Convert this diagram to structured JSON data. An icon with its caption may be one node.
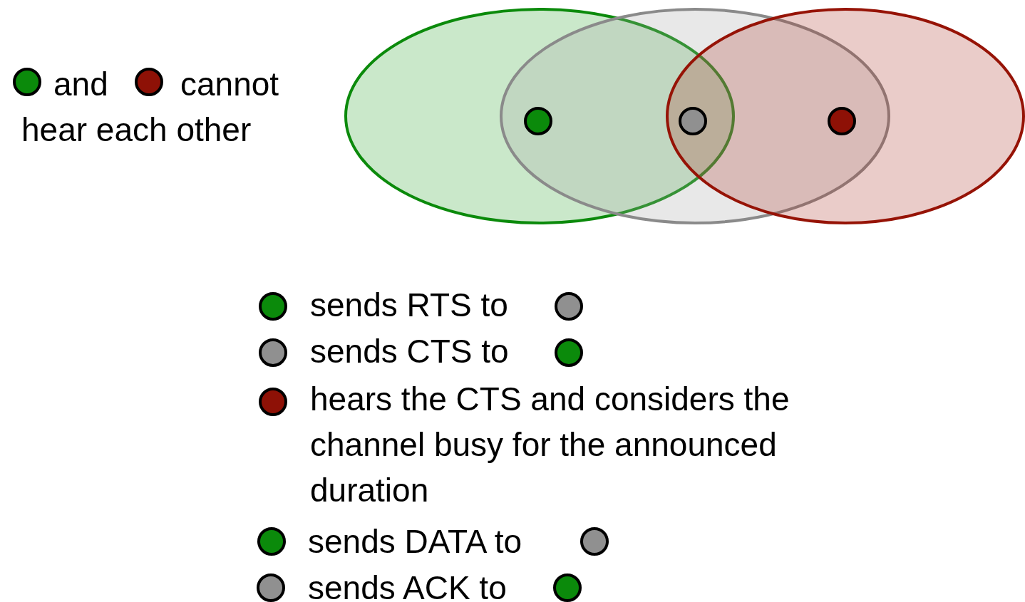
{
  "diagram": {
    "labels": [
      "and",
      "cannot",
      "hear each other",
      "sends RTS to",
      "sends CTS to",
      "hears the CTS and considers the channel busy for the announced duration",
      "sends DATA to",
      "sends ACK to"
    ]
  }
}
